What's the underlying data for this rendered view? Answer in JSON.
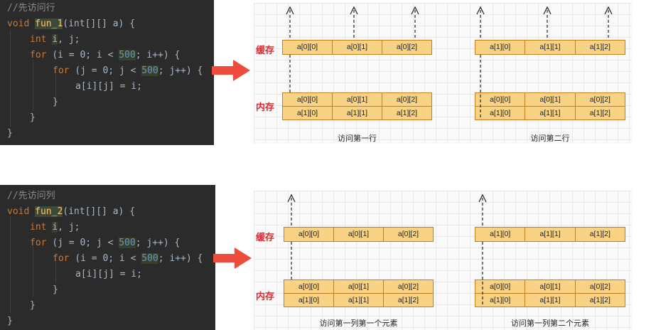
{
  "panel1": {
    "code": {
      "comment": "//先访问行",
      "sig_kw": "void ",
      "sig_fn": "fun_1",
      "sig_rest": "(int[][] a) {",
      "decl_kw": "int ",
      "decl_i": "i",
      "decl_rest": ", j;",
      "outer_kw": "for ",
      "outer_a": "(i = 0; i < ",
      "outer_num": "500",
      "outer_b": "; i++) {",
      "inner_kw": "for ",
      "inner_a": "(j = 0; j < ",
      "inner_num": "500",
      "inner_b": "; j++) {",
      "body": "a[i][j] = i;",
      "close1": "}",
      "close2": "}",
      "close3": "}"
    },
    "left_diagram": {
      "cache_label": "缓存",
      "memory_label": "内存",
      "cache_row": [
        "a[0][0]",
        "a[0][1]",
        "a[0][2]"
      ],
      "memory_rows": [
        [
          "a[0][0]",
          "a[0][1]",
          "a[0][2]"
        ],
        [
          "a[1][0]",
          "a[1][1]",
          "a[1][2]"
        ]
      ],
      "caption": "访问第一行"
    },
    "right_diagram": {
      "cache_row": [
        "a[1][0]",
        "a[1][1]",
        "a[1][2]"
      ],
      "memory_rows": [
        [
          "a[0][0]",
          "a[0][1]",
          "a[0][2]"
        ],
        [
          "a[1][0]",
          "a[1][1]",
          "a[1][2]"
        ]
      ],
      "caption": "访问第二行"
    }
  },
  "panel2": {
    "code": {
      "comment": "//先访问列",
      "sig_kw": "void ",
      "sig_fn": "fun_2",
      "sig_rest": "(int[][] a) {",
      "decl_kw": "int ",
      "decl_i": "i",
      "decl_rest": ", j;",
      "outer_kw": "for ",
      "outer_a": "(j = 0; j < ",
      "outer_num": "500",
      "outer_b": "; j++) {",
      "inner_kw": "for ",
      "inner_a": "(i = 0; i < ",
      "inner_num": "500",
      "inner_b": "; i++) {",
      "body": "a[i][j] = i;",
      "close1": "}",
      "close2": "}",
      "close3": "}"
    },
    "left_diagram": {
      "cache_label": "缓存",
      "memory_label": "内存",
      "cache_row": [
        "a[0][0]",
        "a[0][1]",
        "a[0][2]"
      ],
      "memory_rows": [
        [
          "a[0][0]",
          "a[0][1]",
          "a[0][2]"
        ],
        [
          "a[1][0]",
          "a[1][1]",
          "a[1][2]"
        ]
      ],
      "caption": "访问第一列第一个元素"
    },
    "right_diagram": {
      "cache_row": [
        "a[1][0]",
        "a[1][1]",
        "a[1][2]"
      ],
      "memory_rows": [
        [
          "a[0][0]",
          "a[0][1]",
          "a[0][2]"
        ],
        [
          "a[1][0]",
          "a[1][1]",
          "a[1][2]"
        ]
      ],
      "caption": "访问第一列第二个元素"
    }
  },
  "colors": {
    "code_bg": "#2b2b2b",
    "cell_fill": "#f9d385",
    "cell_border": "#c77d1c",
    "label_red": "#e0282e",
    "arrow_red": "#ee4c3c"
  }
}
